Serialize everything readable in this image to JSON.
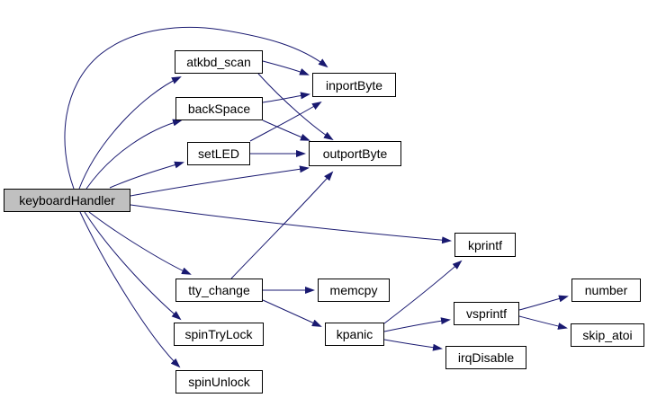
{
  "diagram": {
    "type": "call-graph",
    "root": "keyboardHandler",
    "colors": {
      "edge": "#191970",
      "node_border": "#000000",
      "node_fill": "#ffffff",
      "root_fill": "#c0c0c0",
      "background": "#ffffff",
      "text": "#000000"
    },
    "nodes": [
      {
        "label": "keyboardHandler",
        "highlighted": true
      },
      {
        "label": "atkbd_scan"
      },
      {
        "label": "backSpace"
      },
      {
        "label": "setLED"
      },
      {
        "label": "inportByte"
      },
      {
        "label": "outportByte"
      },
      {
        "label": "kprintf"
      },
      {
        "label": "tty_change"
      },
      {
        "label": "memcpy"
      },
      {
        "label": "spinTryLock"
      },
      {
        "label": "kpanic"
      },
      {
        "label": "spinUnlock"
      },
      {
        "label": "vsprintf"
      },
      {
        "label": "irqDisable"
      },
      {
        "label": "number"
      },
      {
        "label": "skip_atoi"
      }
    ],
    "edges": [
      {
        "from": "keyboardHandler",
        "to": "atkbd_scan"
      },
      {
        "from": "keyboardHandler",
        "to": "backSpace"
      },
      {
        "from": "keyboardHandler",
        "to": "setLED"
      },
      {
        "from": "keyboardHandler",
        "to": "inportByte"
      },
      {
        "from": "keyboardHandler",
        "to": "outportByte"
      },
      {
        "from": "keyboardHandler",
        "to": "kprintf"
      },
      {
        "from": "keyboardHandler",
        "to": "tty_change"
      },
      {
        "from": "keyboardHandler",
        "to": "spinTryLock"
      },
      {
        "from": "keyboardHandler",
        "to": "spinUnlock"
      },
      {
        "from": "atkbd_scan",
        "to": "inportByte"
      },
      {
        "from": "atkbd_scan",
        "to": "outportByte"
      },
      {
        "from": "backSpace",
        "to": "inportByte"
      },
      {
        "from": "backSpace",
        "to": "outportByte"
      },
      {
        "from": "setLED",
        "to": "inportByte"
      },
      {
        "from": "setLED",
        "to": "outportByte"
      },
      {
        "from": "tty_change",
        "to": "outportByte"
      },
      {
        "from": "tty_change",
        "to": "memcpy"
      },
      {
        "from": "tty_change",
        "to": "kpanic"
      },
      {
        "from": "kpanic",
        "to": "kprintf"
      },
      {
        "from": "kpanic",
        "to": "vsprintf"
      },
      {
        "from": "kpanic",
        "to": "irqDisable"
      },
      {
        "from": "vsprintf",
        "to": "number"
      },
      {
        "from": "vsprintf",
        "to": "skip_atoi"
      }
    ]
  }
}
